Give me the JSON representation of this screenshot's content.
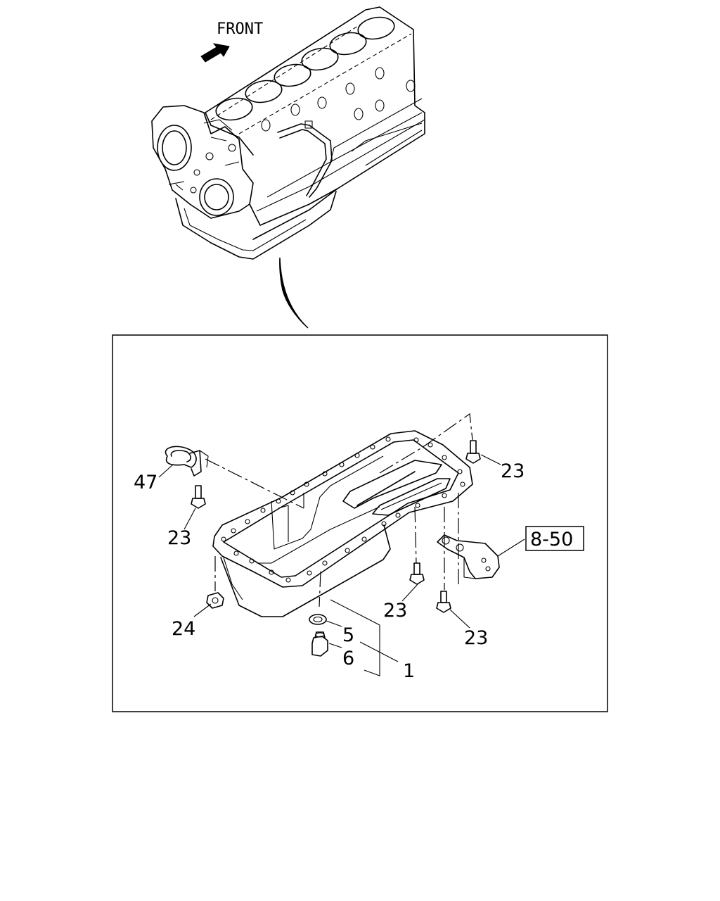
{
  "diagram": {
    "front_label": "FRONT",
    "callouts": {
      "c47": "47",
      "c23_upper_right": "23",
      "c23_left": "23",
      "c8_50": "8-50",
      "c24": "24",
      "c23_mid": "23",
      "c23_lower_right": "23",
      "c5": "5",
      "c6": "6",
      "c1": "1"
    }
  }
}
